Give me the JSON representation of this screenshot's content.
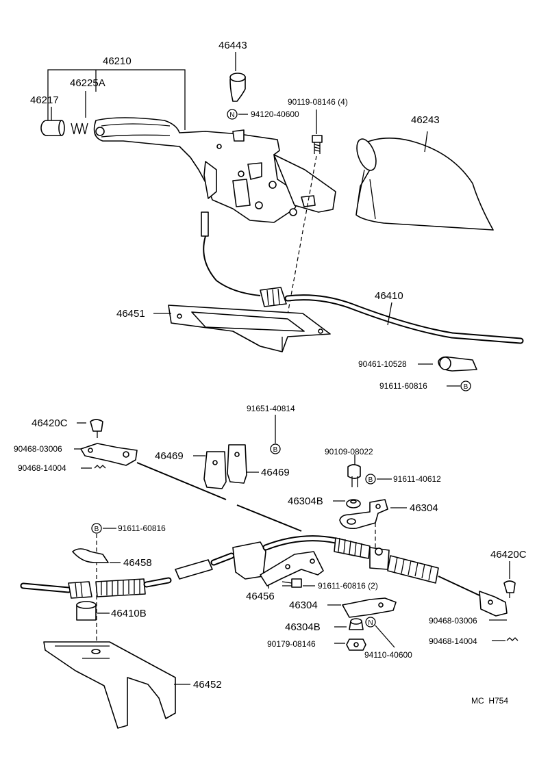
{
  "labels": {
    "p46443": "46443",
    "p46210": "46210",
    "p46225A": "46225A",
    "p46217": "46217",
    "p94120": "94120-40600",
    "p90119": "90119-08146 (4)",
    "p46243": "46243",
    "p46410": "46410",
    "p46451": "46451",
    "p90461": "90461-10528",
    "p91611_60816_top": "91611-60816",
    "p91651": "91651-40814",
    "p46420C_left": "46420C",
    "p90468_03006_left": "90468-03006",
    "p90468_14004_left": "90468-14004",
    "p46469_a": "46469",
    "p46469_b": "46469",
    "p90109": "90109-08022",
    "p91611_40612": "91611-40612",
    "p46304B_upper": "46304B",
    "p46304_upper": "46304",
    "p91611_60816_mid": "91611-60816",
    "p46458": "46458",
    "p46420C_right": "46420C",
    "p91611_60816_2": "91611-60816 (2)",
    "p46456": "46456",
    "p46410B": "46410B",
    "p46304_lower": "46304",
    "p46304B_lower": "46304B",
    "p90179": "90179-08146",
    "p94110": "94110-40600",
    "p90468_03006_right": "90468-03006",
    "p90468_14004_right": "90468-14004",
    "p46452": "46452",
    "code": "MC  H754"
  },
  "symbols": {
    "n": "N",
    "b": "B"
  }
}
